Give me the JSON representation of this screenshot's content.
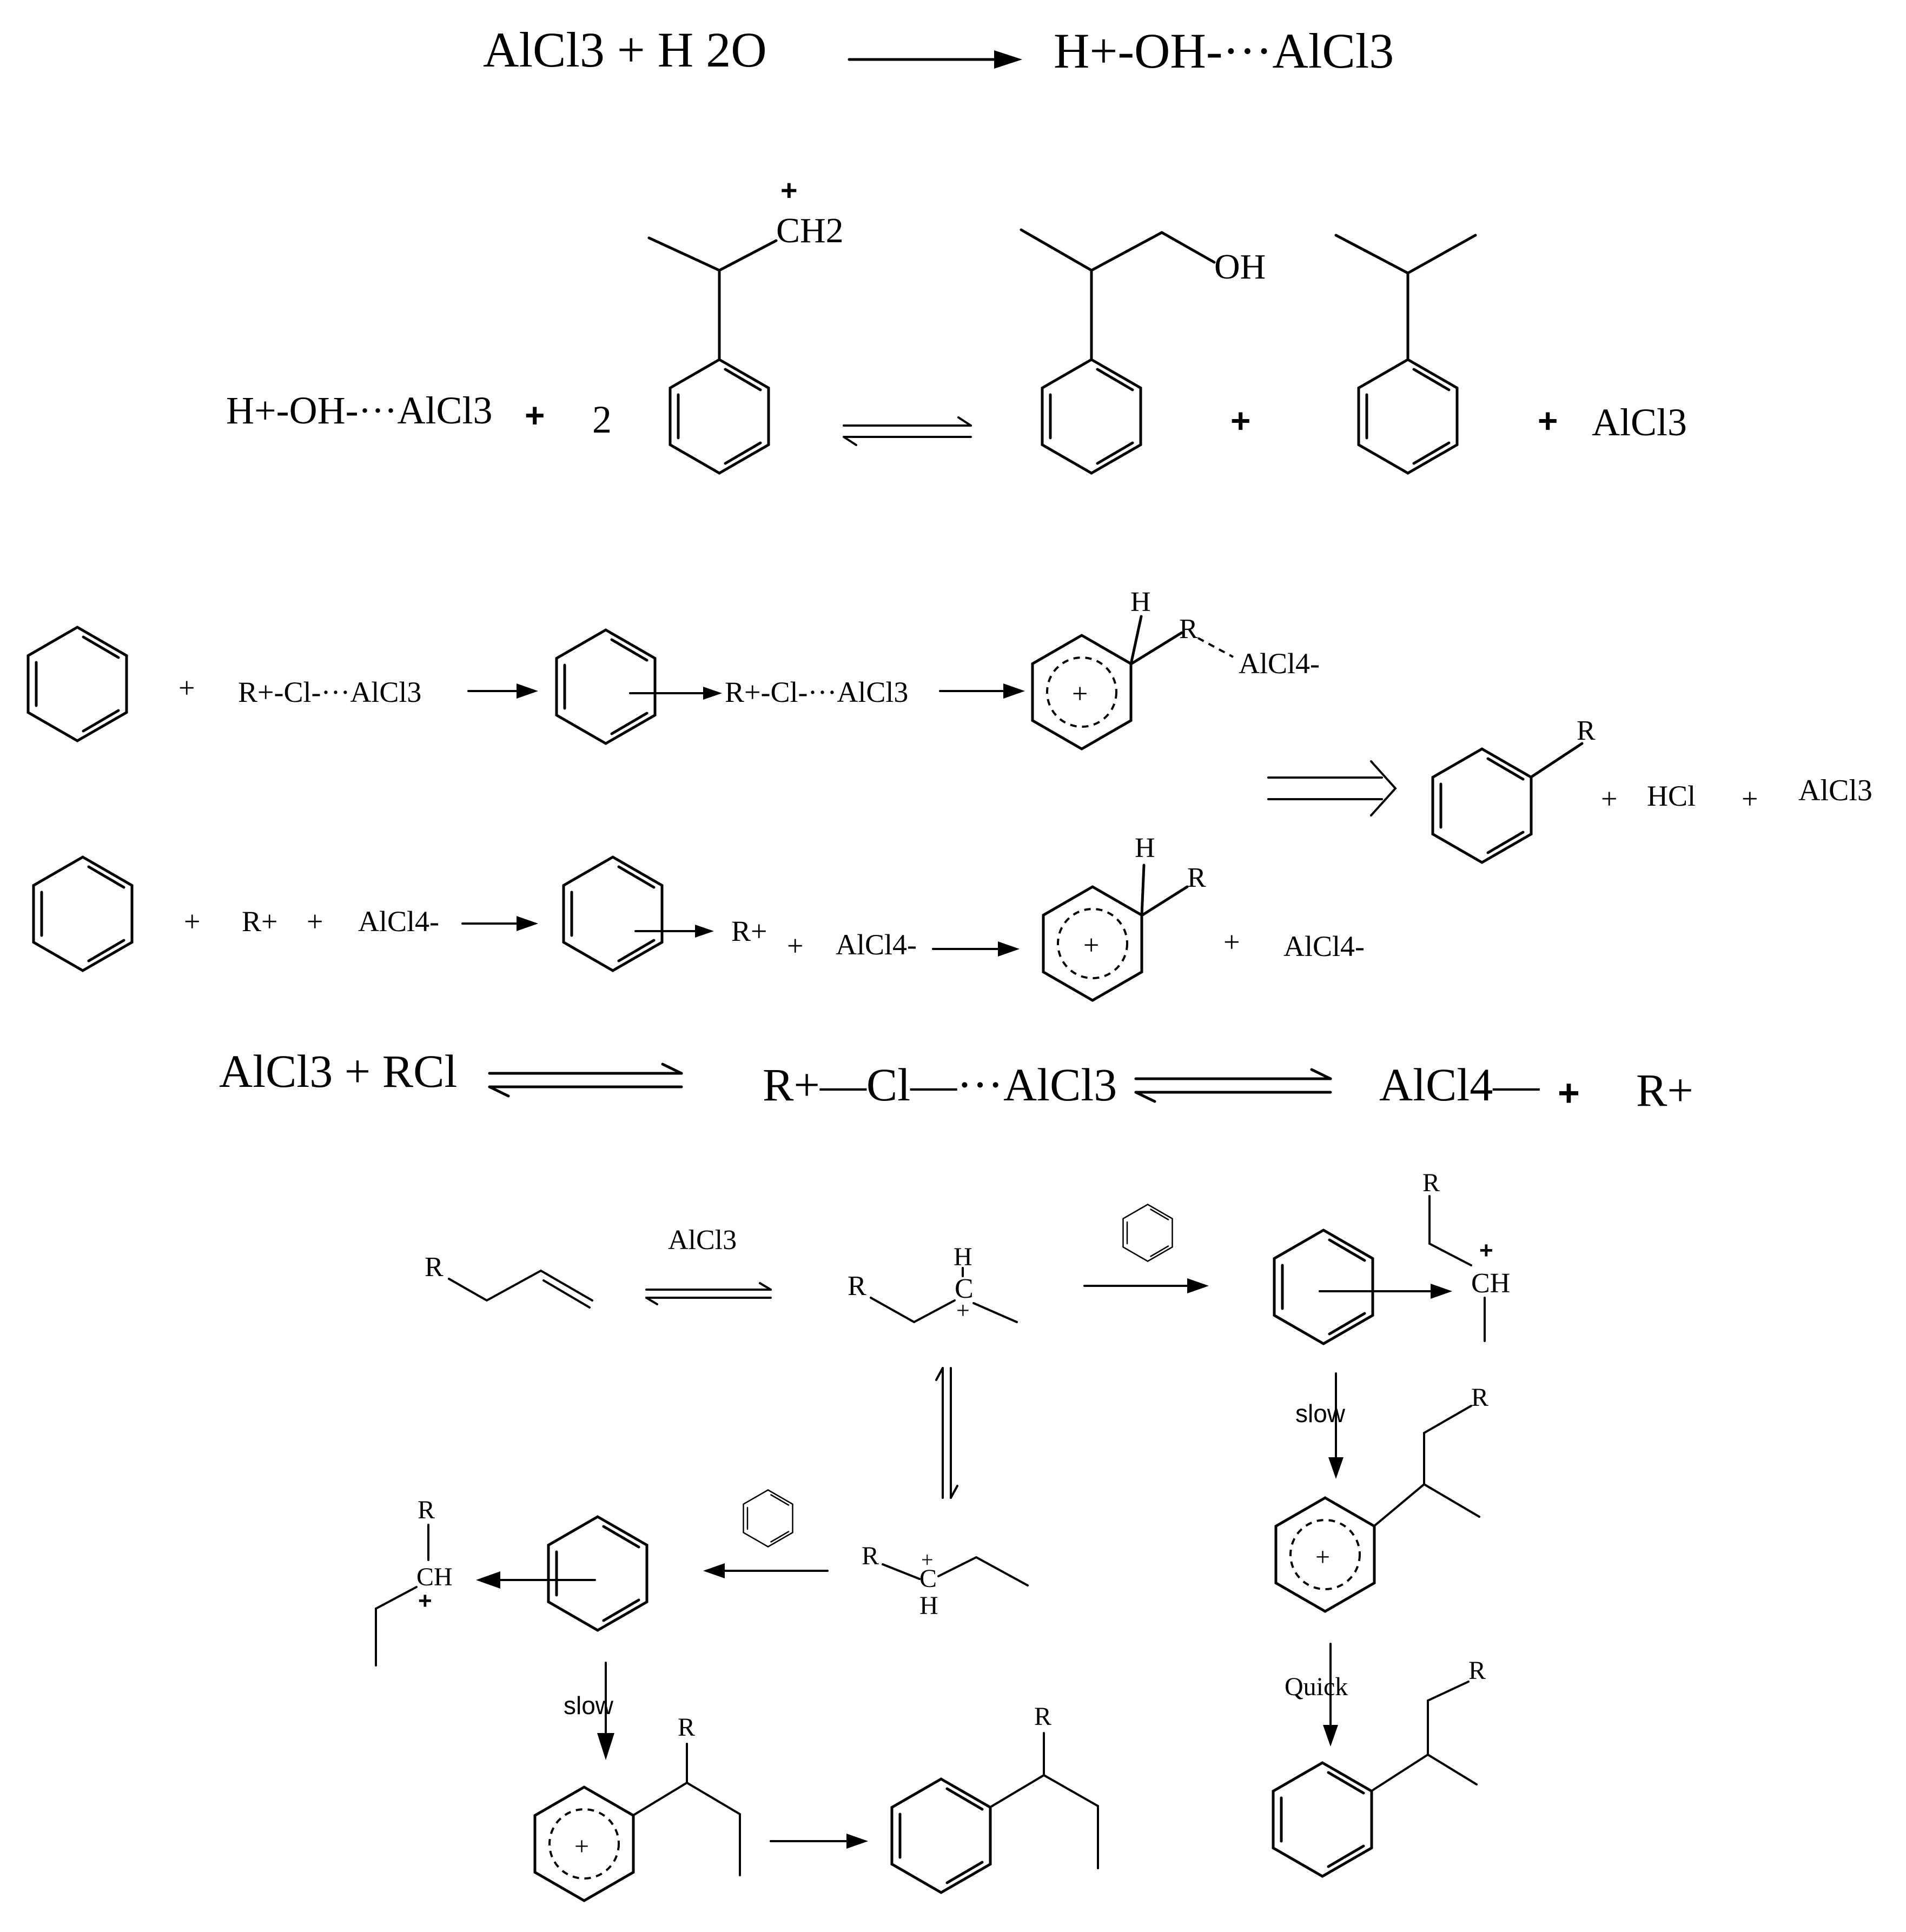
{
  "eq1": {
    "left": "AlCl3 + H 2O",
    "right": "H+-OH-···AlCl3"
  },
  "eq2": {
    "complex": "H+-OH-···AlCl3",
    "plus": "+",
    "coef": "2",
    "cation_plus": "+",
    "cation_group": "CH2",
    "alcohol_group": "OH",
    "plus2": "+",
    "plus3": "+",
    "catalyst": "AlCl3"
  },
  "eq3": {
    "plus1": "+",
    "complex_a": "R+-Cl-···AlCl3",
    "complex_b": "R+-Cl-···AlCl3",
    "sigma_H": "H",
    "sigma_R": "R",
    "sigma_counter": "AlCl4-",
    "sigma_plus": "+",
    "product_R": "R",
    "plus_hcl": "+",
    "hcl": "HCl",
    "plus_alcl3": "+",
    "alcl3": "AlCl3"
  },
  "eq4": {
    "plus1": "+",
    "r_cation": "R+",
    "plus2": "+",
    "anion": "AlCl4-",
    "r_cation_b": "R+",
    "plus3": "+",
    "anion_b": "AlCl4-",
    "sigma_H": "H",
    "sigma_R": "R",
    "sigma_plus": "+",
    "plus4": "+",
    "anion_c": "AlCl4-"
  },
  "eq5": {
    "left": "AlCl3 + RCl",
    "middle": "R+—Cl—···AlCl3",
    "right_anion": "AlCl4—",
    "plus": "+",
    "right_cation": "R+"
  },
  "olefin": {
    "r1": "R",
    "catalyst": "AlCl3",
    "r2": "R",
    "h2": "H",
    "c2": "C",
    "plus2": "+",
    "r3": "R",
    "ch3": "CH",
    "plus3": "+",
    "slow1": "slow",
    "r4": "R",
    "sigma_plus4": "+",
    "quick": "Quick",
    "r5": "R",
    "r6": "R",
    "c6": "C",
    "h6": "H",
    "plus6": "+",
    "r7": "R",
    "ch7": "CH",
    "plus7": "+",
    "slow2": "slow",
    "r8": "R",
    "sigma_plus8": "+",
    "r9": "R"
  }
}
